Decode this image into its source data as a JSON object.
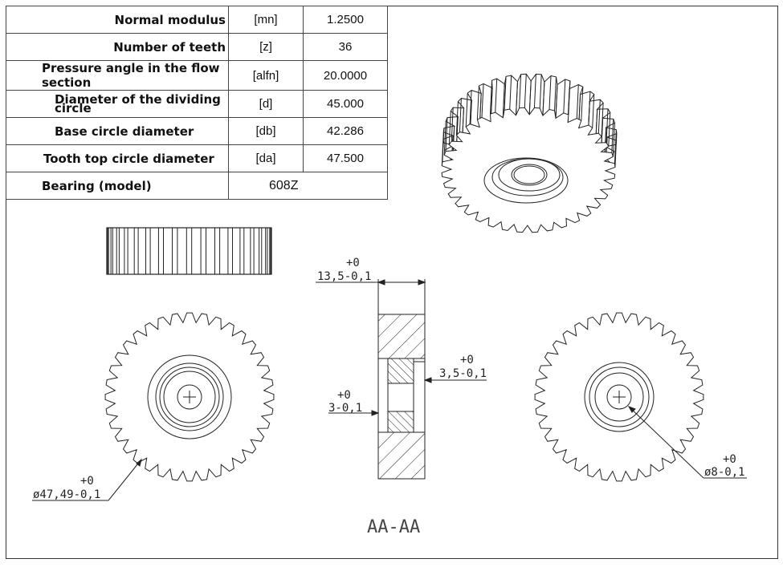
{
  "spec_table": [
    {
      "label": "Normal modulus",
      "symbol": "[mn]",
      "value": "1.2500"
    },
    {
      "label": "Number of teeth",
      "symbol": "[z]",
      "value": "36"
    },
    {
      "label": "Pressure angle in the flow section",
      "symbol": "[alfn]",
      "value": "20.0000"
    },
    {
      "label": "Diameter of the dividing circle",
      "symbol": "[d]",
      "value": "45.000"
    },
    {
      "label": "Base circle diameter",
      "symbol": "[db]",
      "value": "42.286"
    },
    {
      "label": "Tooth top circle diameter",
      "symbol": "[da]",
      "value": "47.500"
    }
  ],
  "bearing": {
    "label": "Bearing (model)",
    "value": "608Z"
  },
  "gear": {
    "teeth": 36
  },
  "dimensions": {
    "width_tol": "+0",
    "width": "13,5-0,1",
    "hub_right_tol": "+0",
    "hub_right": "3,5-0,1",
    "hub_left_tol": "+0",
    "hub_left": "3-0,1",
    "outer_tol": "+0",
    "outer": "ø47,49-0,1",
    "bore_tol": "+0",
    "bore": "ø8-0,1"
  },
  "section_label": "AA-AA"
}
